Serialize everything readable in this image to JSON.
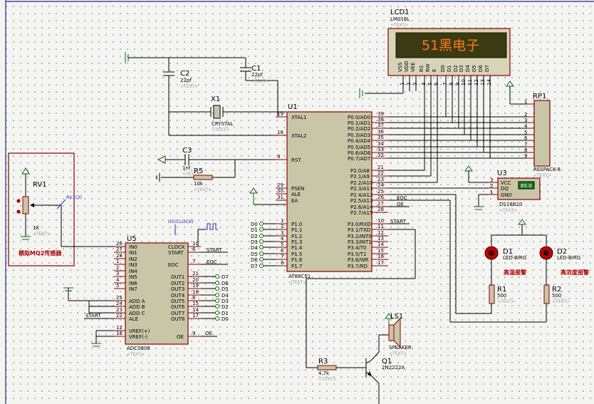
{
  "lcd": {
    "ref": "LCD1",
    "part": "LM016L",
    "text_placeholder": "<TEXT>",
    "display": "51黑电子",
    "pins": [
      "VSS",
      "VDD",
      "VEE",
      "RS",
      "RW",
      "E",
      "D0",
      "D1",
      "D2",
      "D3",
      "D4",
      "D5",
      "D6",
      "D7"
    ],
    "pin_numbers": [
      "1",
      "2",
      "3",
      "4",
      "5",
      "6",
      "7",
      "8",
      "9",
      "10",
      "11",
      "12",
      "13",
      "14"
    ]
  },
  "c2": {
    "ref": "C2",
    "value": "22pf",
    "text": "<TEXT>"
  },
  "c1": {
    "ref": "C1",
    "value": "22pf",
    "text": "<TEXT>"
  },
  "x1": {
    "ref": "X1",
    "value": "CRYSTAL",
    "text": "<TEXT>"
  },
  "c3": {
    "ref": "C3",
    "value": "1nf",
    "text": "<TEXT>"
  },
  "r5": {
    "ref": "R5",
    "value": "10k",
    "text": "<TEXT>"
  },
  "rv1": {
    "ref": "RV1",
    "value": "1K",
    "text": "<TEXT>",
    "probe": "RV1(3)",
    "caption": "模拟MQ2传感器"
  },
  "u1": {
    "ref": "U1",
    "part": "AT89C51",
    "text": "<TEXT>",
    "left_pins": [
      {
        "name": "XTAL1",
        "num": "19"
      },
      {
        "name": "XTAL2",
        "num": "18"
      },
      {
        "name": "RST",
        "num": "9"
      },
      {
        "name": "PSEN",
        "num": "29"
      },
      {
        "name": "ALE",
        "num": "30"
      },
      {
        "name": "EA",
        "num": "31"
      }
    ],
    "p1_pins": [
      {
        "name": "P1.0",
        "num": "1",
        "net": "D0"
      },
      {
        "name": "P1.1",
        "num": "2",
        "net": "D1"
      },
      {
        "name": "P1.2",
        "num": "3",
        "net": "D2"
      },
      {
        "name": "P1.3",
        "num": "4",
        "net": "D3"
      },
      {
        "name": "P1.4",
        "num": "5",
        "net": "D4"
      },
      {
        "name": "P1.5",
        "num": "6",
        "net": "D5"
      },
      {
        "name": "P1.6",
        "num": "7",
        "net": "D6"
      },
      {
        "name": "P1.7",
        "num": "8",
        "net": "D7"
      }
    ],
    "p0_pins": [
      {
        "name": "P0.0/AD0",
        "num": "39"
      },
      {
        "name": "P0.1/AD1",
        "num": "38"
      },
      {
        "name": "P0.2/AD2",
        "num": "37"
      },
      {
        "name": "P0.3/AD3",
        "num": "36"
      },
      {
        "name": "P0.4/AD4",
        "num": "35"
      },
      {
        "name": "P0.5/AD5",
        "num": "34"
      },
      {
        "name": "P0.6/AD6",
        "num": "33"
      },
      {
        "name": "P0.7/AD7",
        "num": "32"
      }
    ],
    "p2_pins": [
      {
        "name": "P2.0/A8",
        "num": "21",
        "net": ""
      },
      {
        "name": "P2.1/A9",
        "num": "22",
        "net": ""
      },
      {
        "name": "P2.2/A10",
        "num": "23",
        "net": ""
      },
      {
        "name": "P2.3/A11",
        "num": "24",
        "net": ""
      },
      {
        "name": "P2.4/A12",
        "num": "25",
        "net": ""
      },
      {
        "name": "P2.5/A13",
        "num": "26",
        "net": "EOC"
      },
      {
        "name": "P2.6/A14",
        "num": "27",
        "net": "OE"
      },
      {
        "name": "P2.7/A15",
        "num": "28",
        "net": ""
      }
    ],
    "p3_pins": [
      {
        "name": "P3.0/RXD",
        "num": "10",
        "net": "START"
      },
      {
        "name": "P3.1/TXD",
        "num": "11",
        "net": ""
      },
      {
        "name": "P3.2/INT0",
        "num": "12",
        "net": ""
      },
      {
        "name": "P3.3/INT1",
        "num": "13",
        "net": ""
      },
      {
        "name": "P3.4/T0",
        "num": "14",
        "net": ""
      },
      {
        "name": "P3.5/T1",
        "num": "15",
        "net": ""
      },
      {
        "name": "P3.6/WR",
        "num": "16",
        "net": ""
      },
      {
        "name": "P3.7/RD",
        "num": "17",
        "net": ""
      }
    ]
  },
  "rp1": {
    "ref": "RP1",
    "part": "RESPACK-8",
    "text": "<TEXT>",
    "pins": [
      "1",
      "2",
      "3",
      "4",
      "5",
      "6",
      "7",
      "8",
      "9"
    ]
  },
  "u3": {
    "ref": "U3",
    "part": "DS18B20",
    "text": "<TEXT>",
    "reading": "65.0",
    "pins": [
      {
        "name": "VCC",
        "num": "3"
      },
      {
        "name": "DQ",
        "num": "2"
      },
      {
        "name": "GND",
        "num": "1"
      }
    ]
  },
  "d1": {
    "ref": "D1",
    "part": "LED-BIRG",
    "caption": "高温报警"
  },
  "d2": {
    "ref": "D2",
    "part": "LED-BIRG",
    "caption": "高浓度报警"
  },
  "r1": {
    "ref": "R1",
    "value": "500",
    "text": "<TEXT>"
  },
  "r2": {
    "ref": "R2",
    "value": "500",
    "text": "<TEXT>"
  },
  "u5": {
    "ref": "U5",
    "part": "ADC0808",
    "text": "<TEXT>",
    "left_pins": [
      {
        "name": "IN0",
        "num": "26"
      },
      {
        "name": "IN1",
        "num": "27"
      },
      {
        "name": "IN2",
        "num": "28"
      },
      {
        "name": "IN3",
        "num": "1"
      },
      {
        "name": "IN4",
        "num": "2"
      },
      {
        "name": "IN5",
        "num": "3"
      },
      {
        "name": "IN6",
        "num": "4"
      },
      {
        "name": "IN7",
        "num": "5"
      },
      {
        "name": "ADD A",
        "num": "25"
      },
      {
        "name": "ADD B",
        "num": "24"
      },
      {
        "name": "ADD C",
        "num": "23"
      },
      {
        "name": "ALE",
        "num": "22"
      },
      {
        "name": "VREF(+)",
        "num": "12"
      },
      {
        "name": "VREF(-)",
        "num": "16"
      }
    ],
    "right_top": [
      {
        "name": "CLOCK",
        "num": "10",
        "net": ""
      },
      {
        "name": "START",
        "num": "6",
        "net": "START"
      },
      {
        "name": "EOC",
        "num": "7",
        "net": "EOC"
      }
    ],
    "outs": [
      {
        "name": "OUT1",
        "num": "21",
        "net": "D7"
      },
      {
        "name": "OUT2",
        "num": "20",
        "net": "D6"
      },
      {
        "name": "OUT3",
        "num": "19",
        "net": "D5"
      },
      {
        "name": "OUT4",
        "num": "18",
        "net": "D4"
      },
      {
        "name": "OUT5",
        "num": "8",
        "net": "D3"
      },
      {
        "name": "OUT6",
        "num": "15",
        "net": "D2"
      },
      {
        "name": "OUT7",
        "num": "14",
        "net": "D1"
      },
      {
        "name": "OUT8",
        "num": "17",
        "net": "D0"
      }
    ],
    "oe": {
      "name": "OE",
      "num": "9",
      "net": "OE"
    },
    "ale_net": "START"
  },
  "clock": {
    "label": "U5(CLOCK)"
  },
  "r3": {
    "ref": "R3",
    "value": "4.7k",
    "text": "<TEXT>"
  },
  "q1": {
    "ref": "Q1",
    "part": "2N2222A"
  },
  "ls1": {
    "ref": "LS1",
    "part": "SPEAKER",
    "text": "<TEXT>"
  },
  "colors": {
    "component_border": "#8b0000",
    "component_fill": "#c9c6a8",
    "wire": "#000000",
    "power": "#0b6b0b",
    "lcd_screen": "#3b3a12",
    "lcd_text": "#ff7a1a",
    "sheet_bg": "#f4f4f0",
    "grid_dot": "#9aa0c8"
  }
}
